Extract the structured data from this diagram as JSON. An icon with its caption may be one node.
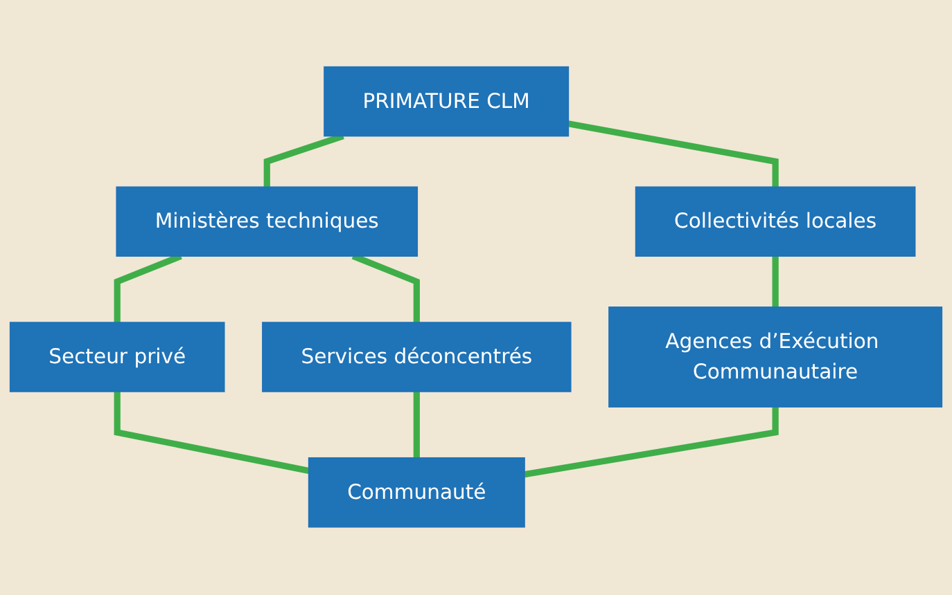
{
  "diagram": {
    "nodes": [
      {
        "text": [
          "PRIMATURE CLM"
        ]
      },
      {
        "text": [
          "Ministères techniques"
        ]
      },
      {
        "text": [
          "Collectivités locales"
        ]
      },
      {
        "text": [
          "Secteur privé"
        ]
      },
      {
        "text": [
          "Services déconcentrés"
        ]
      },
      {
        "text": [
          "Agences d’Exécution Communautaire"
        ]
      },
      {
        "text": [
          "Communauté"
        ]
      }
    ],
    "edges": [
      {
        "from": 0,
        "to": 1,
        "arrow": "none"
      },
      {
        "from": 0,
        "to": 2,
        "arrow": "none"
      },
      {
        "from": 1,
        "to": 3,
        "arrow": "none"
      },
      {
        "from": 1,
        "to": 4,
        "arrow": "none"
      },
      {
        "from": 2,
        "to": 5,
        "arrow": "none"
      },
      {
        "from": 3,
        "to": 6,
        "arrow": "none"
      },
      {
        "from": 4,
        "to": 6,
        "arrow": "none"
      },
      {
        "from": 5,
        "to": 6,
        "arrow": "none"
      }
    ]
  }
}
